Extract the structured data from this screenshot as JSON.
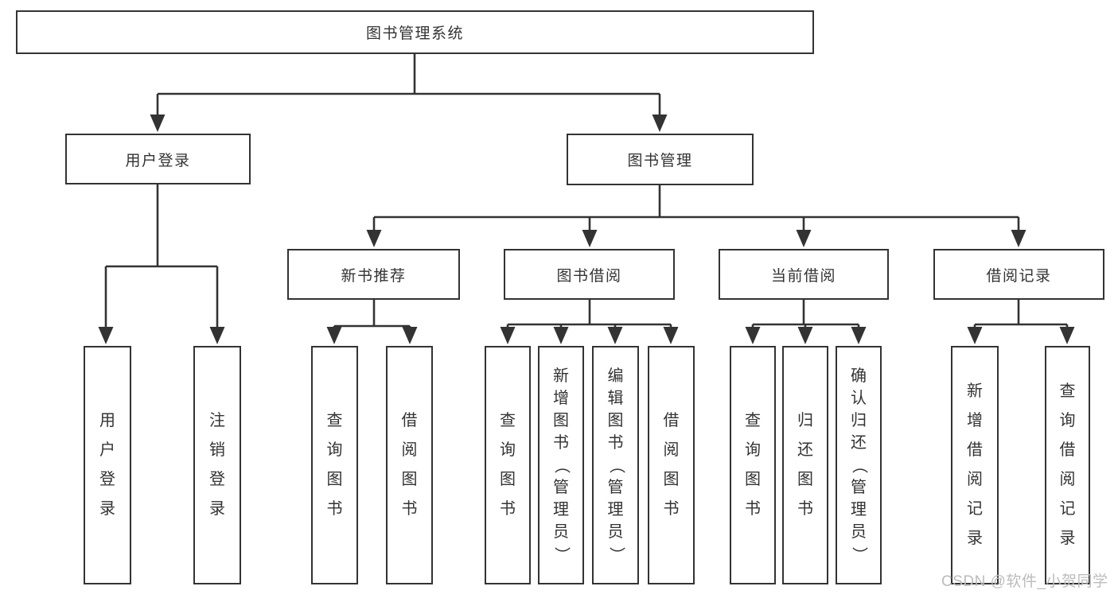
{
  "colors": {
    "line": "#333333",
    "border": "#333333",
    "text": "#333333",
    "background": "#ffffff",
    "watermark": "#bcbcbc"
  },
  "nodes": {
    "root": "图书管理系统",
    "user_login": "用户登录",
    "book_management": "图书管理",
    "new_book_recommend": "新书推荐",
    "book_borrowing": "图书借阅",
    "current_borrowing": "当前借阅",
    "borrowing_records": "借阅记录",
    "leaf_user_login": "用户登录",
    "leaf_logout_login": "注销登录",
    "leaf_query_books_rec": "查询图书",
    "leaf_borrow_books_rec": "借阅图书",
    "leaf_query_books_borrow": "查询图书",
    "leaf_add_books_admin": "新增图书（管理员）",
    "leaf_edit_books_admin": "编辑图书（管理员）",
    "leaf_borrow_books_borrow": "借阅图书",
    "leaf_query_books_current": "查询图书",
    "leaf_return_books": "归还图书",
    "leaf_confirm_return_admin": "确认归还（管理员）",
    "leaf_add_borrow_record": "新增借阅记录",
    "leaf_query_borrow_record": "查询借阅记录"
  },
  "watermark": "CSDN @软件_小贺同学"
}
